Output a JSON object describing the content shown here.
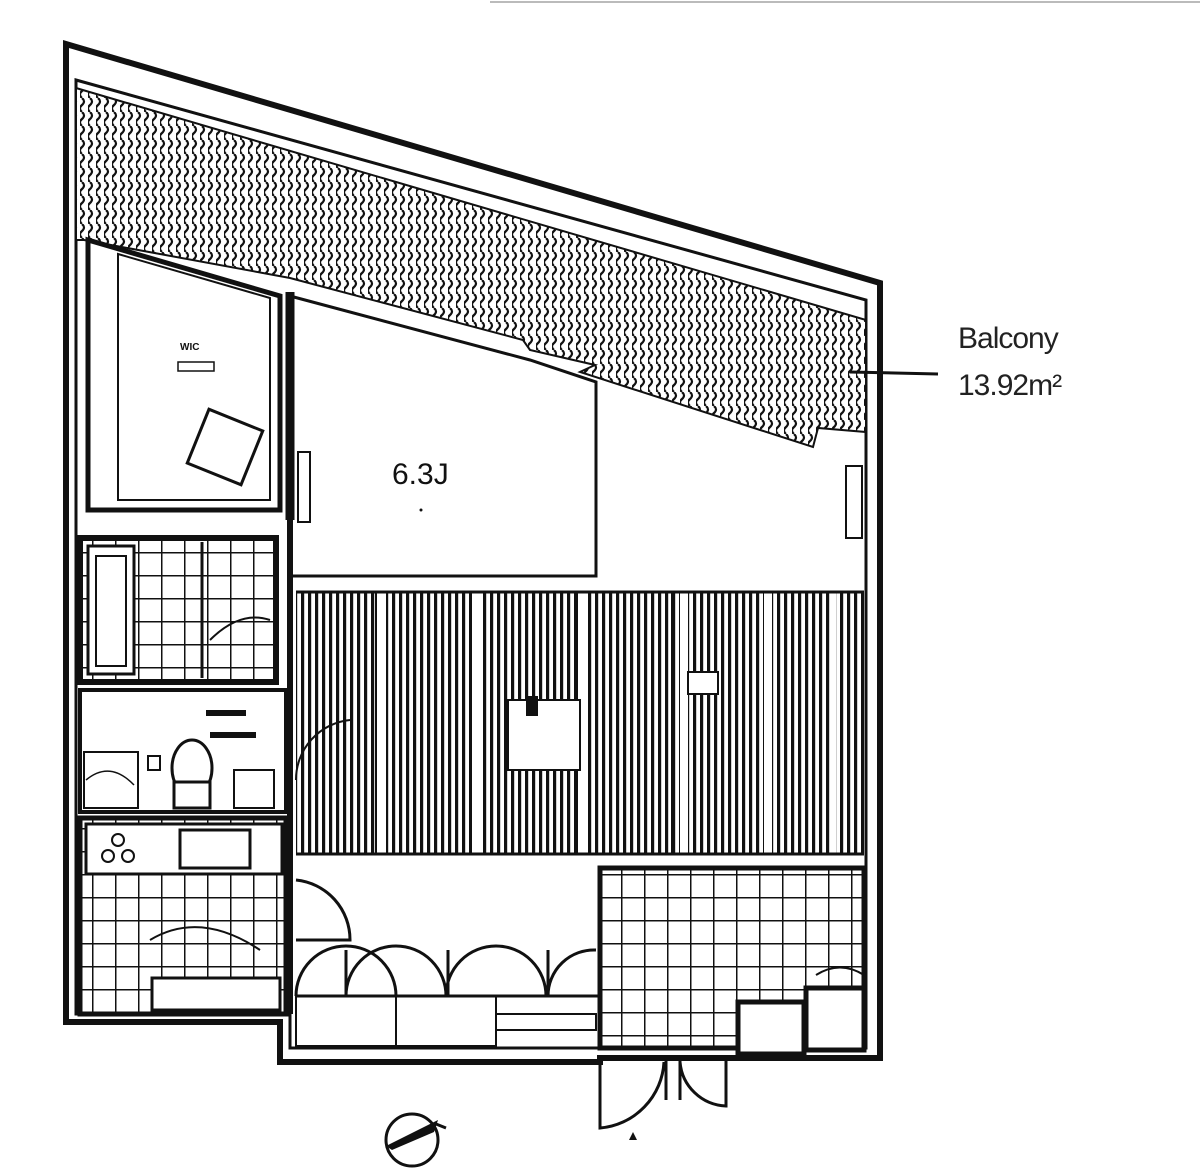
{
  "plan": {
    "colors": {
      "ink": "#111111",
      "paper": "#ffffff"
    },
    "rooms": {
      "western_room_area": "6.3J",
      "wic_label": "WIC"
    },
    "balcony": {
      "label": "Balcony",
      "area": "13.92m²"
    },
    "icons": {
      "compass": "north-arrow-icon",
      "entrance": "entrance-arrow-icon"
    }
  }
}
